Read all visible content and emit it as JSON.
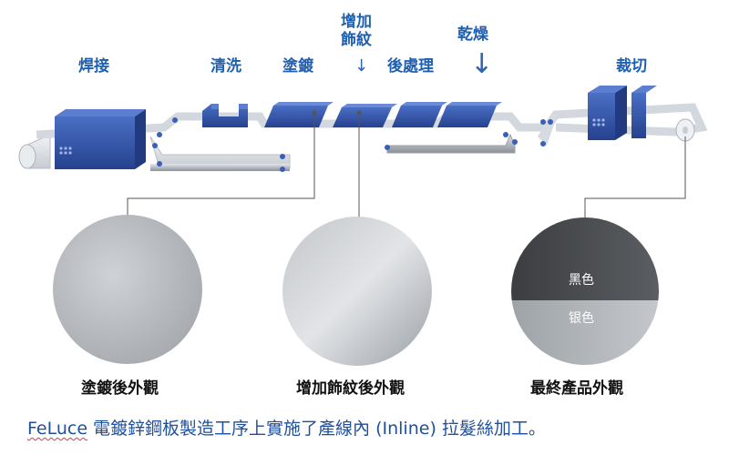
{
  "stages": {
    "welding": "焊接",
    "cleaning": "清洗",
    "coating": "塗鍍",
    "texturing_line1": "增加",
    "texturing_line2": "飾紋",
    "post_treatment": "後處理",
    "drying": "乾燥",
    "cutting": "裁切"
  },
  "samples": {
    "after_coating": "塗鍍後外觀",
    "after_texturing": "增加飾紋後外觀",
    "final_product": "最終產品外觀",
    "black_label": "黑色",
    "silver_label": "银色"
  },
  "footer": {
    "brand": "FeLuce",
    "text": " 電鍍鋅鋼板製造工序上實施了產線內 (Inline) 拉髮絲加工。"
  },
  "colors": {
    "machine_blue": "#2f4fa8",
    "label_blue": "#1f5fb0",
    "strip_gray": "#d9dde3"
  }
}
